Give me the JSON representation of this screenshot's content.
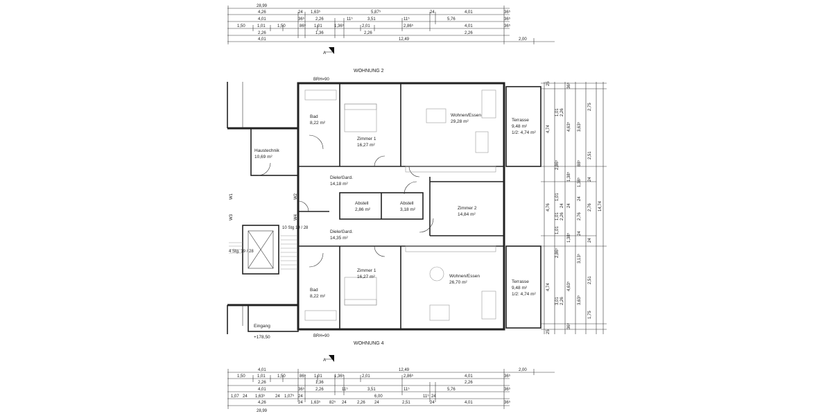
{
  "plan": {
    "wohnung_top": "WOHNUNG 2",
    "wohnung_bottom": "WOHNUNG 4",
    "brh_top": "BRH=90",
    "brh_bottom": "BRH=90",
    "section_marker": "A",
    "elevation": "+178,50",
    "stairs": "4 Stg.\n19 / 28",
    "stairs_right": "10 Stg\n19 / 28"
  },
  "rooms": [
    {
      "id": "bad-top",
      "name": "Bad",
      "area": "8,22 m²"
    },
    {
      "id": "zimmer1-top",
      "name": "Zimmer 1",
      "area": "16,27 m²"
    },
    {
      "id": "wohnen-top",
      "name": "Wohnen/Essen",
      "area": "29,28 m²"
    },
    {
      "id": "terrasse-top",
      "name": "Terrasse",
      "area": "9,48 m²",
      "area2": "1/2: 4,74 m²"
    },
    {
      "id": "haustechnik",
      "name": "Haustechnik",
      "area": "10,69 m²"
    },
    {
      "id": "diele-top",
      "name": "Diele/Gard.",
      "area": "14,18 m²"
    },
    {
      "id": "abstell-left",
      "name": "Abstell",
      "area": "2,86 m²"
    },
    {
      "id": "abstell-right",
      "name": "Abstell",
      "area": "3,18 m²"
    },
    {
      "id": "zimmer2",
      "name": "Zimmer 2",
      "area": "14,84 m²"
    },
    {
      "id": "diele-bottom",
      "name": "Diele/Gard.",
      "area": "14,35 m²"
    },
    {
      "id": "zimmer1-bottom",
      "name": "Zimmer 1",
      "area": "16,27 m²"
    },
    {
      "id": "wohnen-bottom",
      "name": "Wohnen/Essen",
      "area": "26,70 m²"
    },
    {
      "id": "terrasse-bottom",
      "name": "Terrasse",
      "area": "9,48 m²",
      "area2": "1/2: 4,74 m²"
    },
    {
      "id": "bad-bottom",
      "name": "Bad",
      "area": "8,22 m²"
    },
    {
      "id": "eingang",
      "name": "Eingang",
      "area": ""
    }
  ],
  "walls": {
    "w1": "W1",
    "w2": "W2",
    "w3": "W3",
    "w4": "W4"
  },
  "dims_top": {
    "total": "28,99",
    "row2": [
      "4,26",
      "24",
      "1,63⁵",
      "5,87⁵",
      "24",
      "4,01",
      "36⁵"
    ],
    "row3": [
      "4,01",
      "36⁵",
      "2,26",
      "11⁵",
      "3,51",
      "11⁵",
      "5,76",
      "36⁵"
    ],
    "row4": [
      "1,50",
      "1,01",
      "1,50",
      "86⁵",
      "1,01",
      "1,36⁵",
      "2,01",
      "2,86⁵",
      "4,01",
      "36⁵"
    ],
    "row5": [
      "2,26",
      "1,36",
      "2,26",
      "2,26"
    ],
    "row6": [
      "4,01",
      "12,49",
      "2,00"
    ]
  },
  "dims_bottom": {
    "row1": [
      "4,01",
      "12,49",
      "2,00"
    ],
    "row2": [
      "1,50",
      "1,01",
      "1,50",
      "86⁵",
      "1,01",
      "1,36⁵",
      "2,01",
      "2,86⁵",
      "4,01",
      "36⁵"
    ],
    "row2b": [
      "2,26",
      "1,36",
      "2,26"
    ],
    "row3": [
      "4,01",
      "36⁵",
      "2,26",
      "11⁵",
      "3,51",
      "11⁵",
      "5,76",
      "36⁵"
    ],
    "row4": [
      "1,07",
      "24",
      "1,63⁵",
      "24",
      "1,07⁵",
      "24",
      "6,00",
      "11⁵",
      "24"
    ],
    "row5": [
      "4,26",
      "24",
      "1,63⁵",
      "82⁵",
      "24",
      "2,26",
      "24",
      "2,51",
      "24",
      "4,01",
      "36⁵"
    ],
    "total": "28,99"
  },
  "dims_right": {
    "col1": [
      "25",
      "4,74",
      "4,76",
      "4,74",
      "25"
    ],
    "col2": [
      "1,01",
      "2,26",
      "2,86⁵",
      "1,01",
      "24",
      "1,01",
      "2,26",
      "1,01",
      "2,86⁵",
      "3,01",
      "2,26"
    ],
    "col3": [
      "36⁵",
      "4,63⁵",
      "1,38⁵",
      "24",
      "1,38⁵",
      "4,63⁵",
      "36⁵"
    ],
    "col4": [
      "3,63⁵",
      "88⁵",
      "1,38⁵",
      "24",
      "2,76",
      "24",
      "3,13⁵",
      "3,63⁵"
    ],
    "col5": [
      "2,75",
      "2,51",
      "24",
      "2,76",
      "24",
      "2,51",
      "1,75"
    ],
    "total": "14,74"
  }
}
